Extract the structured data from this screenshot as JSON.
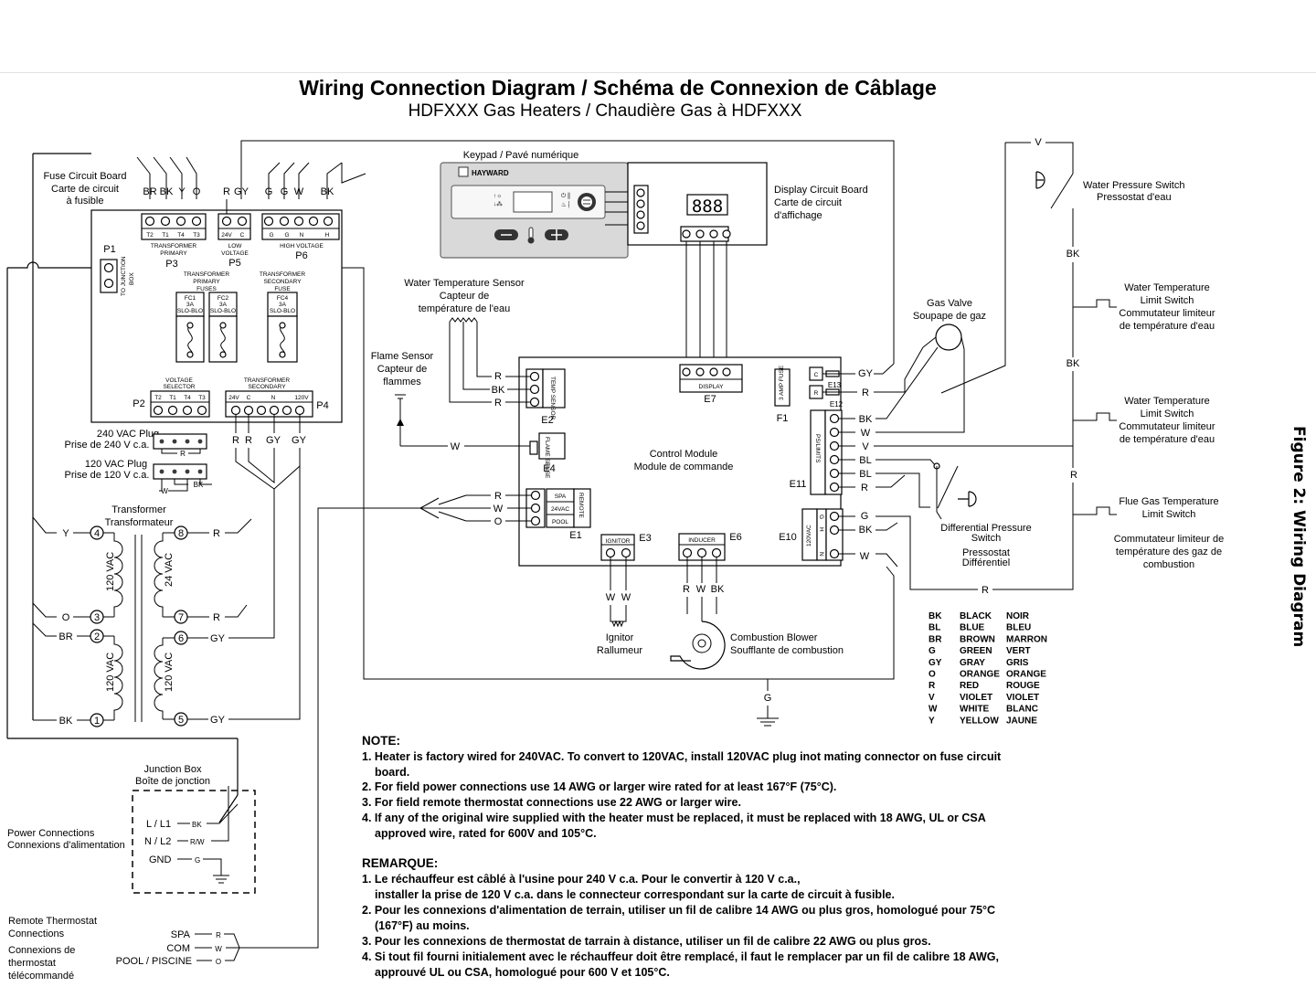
{
  "title": "Wiring Connection Diagram / Schéma de Connexion de Câblage",
  "subtitle": "HDFXXX Gas Heaters / Chaudière Gas à HDFXXX",
  "figure_caption": "Figure 2: Wiring Diagram",
  "fuse_board": {
    "label_en": "Fuse Circuit Board",
    "label_fr1": "Carte de circuit",
    "label_fr2": "à fusible",
    "p3_wires": [
      "BR",
      "BK",
      "Y",
      "O"
    ],
    "p3_pins": [
      "T2",
      "T1",
      "T4",
      "T3"
    ],
    "p3_caption1": "TRANSFORMER",
    "p3_caption2": "PRIMARY",
    "p3": "P3",
    "p5_wires": [
      "R",
      "GY"
    ],
    "p5_pins": [
      "24V",
      "C"
    ],
    "p5_caption1": "LOW",
    "p5_caption2": "VOLTAGE",
    "p5": "P5",
    "p6_wires": [
      "G",
      "G",
      "W",
      "BK"
    ],
    "p6_pins": [
      "G",
      "G",
      "N",
      "H"
    ],
    "p6_caption": "HIGH   VOLTAGE",
    "p6": "P6",
    "p1": "P1",
    "p1_caption1": "TO JUNCTION",
    "p1_caption2": "BOX",
    "primary_fuses1": "TRANSFORMER",
    "primary_fuses2": "PRIMARY",
    "primary_fuses3": "FUSES",
    "secondary_fuse1": "TRANSFORMER",
    "secondary_fuse2": "SECONDARY",
    "secondary_fuse3": "FUSE",
    "fc1": [
      "FC1",
      "3A",
      "SLO-BLO"
    ],
    "fc2": [
      "FC2",
      "3A",
      "SLO-BLO"
    ],
    "fc4": [
      "FC4",
      "3A",
      "SLO-BLO"
    ],
    "voltage_selector1": "VOLTAGE",
    "voltage_selector2": "SELECTOR",
    "p2": "P2",
    "p2_pins": [
      "T2",
      "T1",
      "T4",
      "T3"
    ],
    "transformer_secondary1": "TRANSFORMER",
    "transformer_secondary2": "SECONDARY",
    "p4": "P4",
    "p4_pins": [
      "24V",
      "C",
      "N",
      "120V"
    ],
    "p4_wires": [
      "R",
      "R",
      "GY",
      "GY"
    ]
  },
  "plugs": {
    "plug240_en": "240 VAC Plug",
    "plug240_fr": "Prise de 240 V c.a.",
    "plug240_wire": "R",
    "plug120_en": "120 VAC Plug",
    "plug120_fr": "Prise de 120 V c.a.",
    "plug120_wire_w": "W",
    "plug120_wire_bk": "BK"
  },
  "transformer": {
    "label_en": "Transformer",
    "label_fr": "Transformateur",
    "left_terms": [
      {
        "num": "4",
        "wire": "Y"
      },
      {
        "num": "3",
        "wire": "O"
      },
      {
        "num": "2",
        "wire": "BR"
      },
      {
        "num": "1",
        "wire": "BK"
      }
    ],
    "right_terms": [
      {
        "num": "8",
        "wire": "R"
      },
      {
        "num": "7",
        "wire": "R"
      },
      {
        "num": "6",
        "wire": "GY"
      },
      {
        "num": "5",
        "wire": "GY"
      }
    ],
    "coil_top_left": "120 VAC",
    "coil_top_right": "24 VAC",
    "coil_bot_left": "120 VAC",
    "coil_bot_right": "120 VAC"
  },
  "keypad": {
    "label": "Keypad / Pavé numérique",
    "brand": "HAYWARD"
  },
  "display_board": {
    "label_en": "Display Circuit Board",
    "label_fr1": "Carte de circuit",
    "label_fr2": "d'affichage",
    "digits": "888"
  },
  "water_temp_sensor": {
    "label_en": "Water Temperature Sensor",
    "label_fr1": "Capteur de",
    "label_fr2": "température de l'eau",
    "wires": [
      "R",
      "BK",
      "R"
    ]
  },
  "flame_sensor": {
    "label_en": "Flame Sensor",
    "label_fr1": "Capteur de",
    "label_fr2": "flammes",
    "wire": "W"
  },
  "control_module": {
    "label_en": "Control Module",
    "label_fr": "Module de commande",
    "e2": "E2",
    "e2_label": "TEMP SENSOR",
    "e4": "E4",
    "e4_label": "FLAME SENSE",
    "e7": "E7",
    "e7_label": "DISPLAY",
    "f1": "F1",
    "f1_label": "3 AMP FUSE",
    "e13": "E13",
    "e12": "E12",
    "e13_pin": "C",
    "e12_pin": "R",
    "e11": "E11",
    "e11_label": "PS/LIMITS",
    "e1": "E1",
    "e1_labels": [
      "SPA",
      "24VAC",
      "POOL"
    ],
    "e1_side": "REMOTE",
    "e3": "E3",
    "e3_label": "IGNITOR",
    "e6": "E6",
    "e6_label": "INDUCER",
    "e10": "E10",
    "e10_side": "120VAC",
    "e10_pins": [
      "G",
      "H",
      "N"
    ],
    "e11_wires": [
      "BK",
      "W",
      "V",
      "BL",
      "BL",
      "R"
    ],
    "e10_wires": [
      "G",
      "BK",
      "W"
    ],
    "e1_wires": [
      "R",
      "W",
      "O"
    ],
    "gy_wire": "GY",
    "r_wire": "R"
  },
  "gas_valve": {
    "label_en": "Gas Valve",
    "label_fr": "Soupape de gaz"
  },
  "ignitor": {
    "label_en": "Ignitor",
    "label_fr": "Rallumeur",
    "wires": [
      "W",
      "W"
    ]
  },
  "blower": {
    "label_en": "Combustion Blower",
    "label_fr": "Soufflante de combustion",
    "wires": [
      "R",
      "W",
      "BK"
    ]
  },
  "ground_wire": "G",
  "diff_pressure": {
    "label_en1": "Differential Pressure",
    "label_en2": "Switch",
    "label_fr1": "Pressostat",
    "label_fr2": "Différentiel"
  },
  "right_chain": {
    "top_wire": "V",
    "water_pressure_en": "Water Pressure Switch",
    "water_pressure_fr": "Pressostat d'eau",
    "bk1": "BK",
    "limit1_en1": "Water Temperature",
    "limit1_en2": "Limit Switch",
    "limit1_fr1": "Commutateur limiteur",
    "limit1_fr2": "de température d'eau",
    "bk2": "BK",
    "limit2_en1": "Water Temperature",
    "limit2_en2": "Limit Switch",
    "limit2_fr1": "Commutateur limiteur",
    "limit2_fr2": "de température d'eau",
    "r_mid": "R",
    "flue_en1": "Flue Gas Temperature",
    "flue_en2": "Limit Switch",
    "flue_fr1": "Commutateur limiteur de",
    "flue_fr2": "température des gaz de",
    "flue_fr3": "combustion",
    "bottom_wire": "R"
  },
  "color_legend": [
    [
      "BK",
      "BLACK",
      "NOIR"
    ],
    [
      "BL",
      "BLUE",
      "BLEU"
    ],
    [
      "BR",
      "BROWN",
      "MARRON"
    ],
    [
      "G",
      "GREEN",
      "VERT"
    ],
    [
      "GY",
      "GRAY",
      "GRIS"
    ],
    [
      "O",
      "ORANGE",
      "ORANGE"
    ],
    [
      "R",
      "RED",
      "ROUGE"
    ],
    [
      "V",
      "VIOLET",
      "VIOLET"
    ],
    [
      "W",
      "WHITE",
      "BLANC"
    ],
    [
      "Y",
      "YELLOW",
      "JAUNE"
    ]
  ],
  "junction_box": {
    "label_en": "Junction Box",
    "label_fr": "Boîte de jonction",
    "l1": "L / L1",
    "l1_wire": "BK",
    "l2": "N / L2",
    "l2_wire": "R/W",
    "gnd": "GND",
    "gnd_wire": "G"
  },
  "power_connections": {
    "label_en": "Power Connections",
    "label_fr": "Connexions d'alimentation"
  },
  "remote_thermostat": {
    "label_en1": "Remote Thermostat",
    "label_en2": "Connections",
    "label_fr1": "Connexions de",
    "label_fr2": "thermostat",
    "label_fr3": "télécommandé",
    "spa": "SPA",
    "spa_wire": "R",
    "com": "COM",
    "com_wire": "W",
    "pool": "POOL / PISCINE",
    "pool_wire": "O"
  },
  "notes": {
    "heading": "NOTE:",
    "items": [
      "1. Heater is factory wired for 240VAC. To convert to 120VAC, install 120VAC plug inot mating connector on fuse circuit",
      "board.",
      "2. For field power connections use 14 AWG or larger wire rated for at least 167°F (75°C).",
      "3. For field remote thermostat connections use 22 AWG or larger wire.",
      "4. If any of the original wire supplied with the heater must be replaced, it must be replaced with 18 AWG, UL or CSA",
      "approved wire, rated for 600V and 105°C."
    ],
    "heading_fr": "REMARQUE:",
    "items_fr": [
      "1. Le réchauffeur est câblé à l'usine pour 240 V c.a. Pour le convertir à 120 V c.a.,",
      "installer la prise de 120 V c.a. dans le connecteur correspondant sur la carte de circuit à fusible.",
      "2. Pour les connexions d'alimentation de terrain, utiliser un fil de calibre 14 AWG ou plus gros, homologué pour 75°C",
      "(167°F) au moins.",
      "3. Pour les connexions de thermostat de tarrain à distance, utiliser un fil de calibre 22 AWG ou plus gros.",
      "4. Si tout fil fourni initialement avec le réchauffeur doit être remplacé, il faut le remplacer par un fil de calibre 18 AWG,",
      "approuvé UL ou CSA, homologué pour 600 V et 105°C."
    ]
  }
}
